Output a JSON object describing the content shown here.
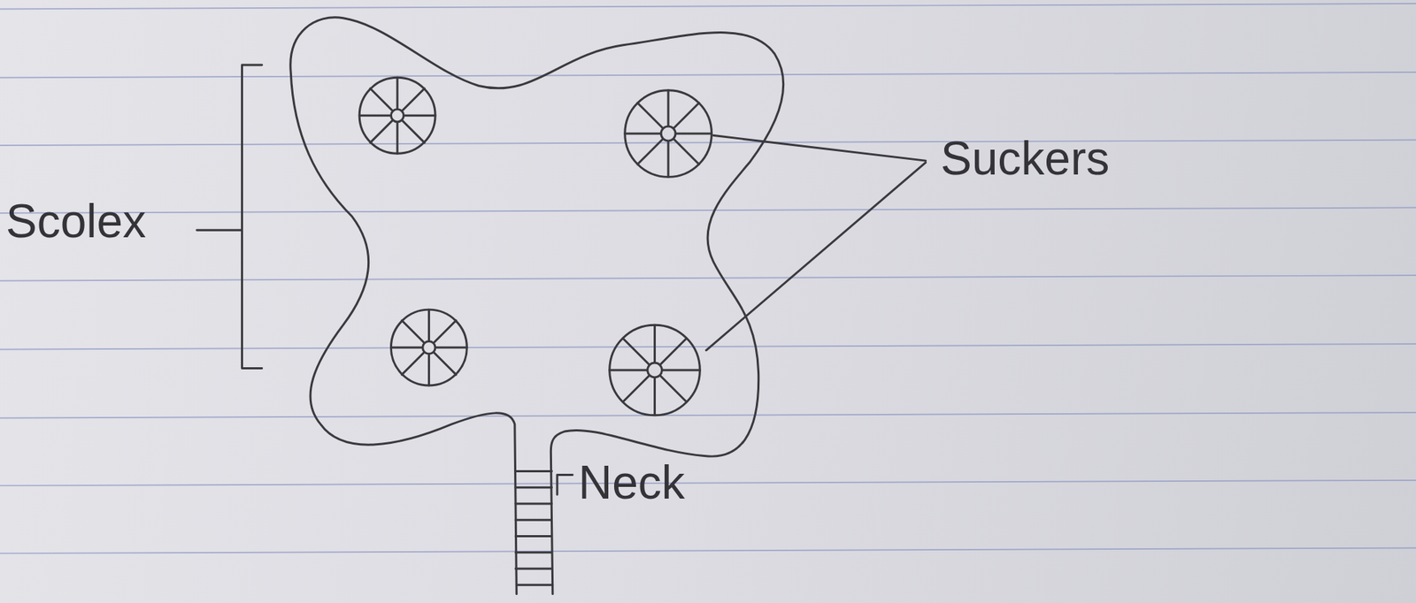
{
  "diagram": {
    "labels": [
      "Scolex",
      "Suckers",
      "Neck"
    ]
  }
}
